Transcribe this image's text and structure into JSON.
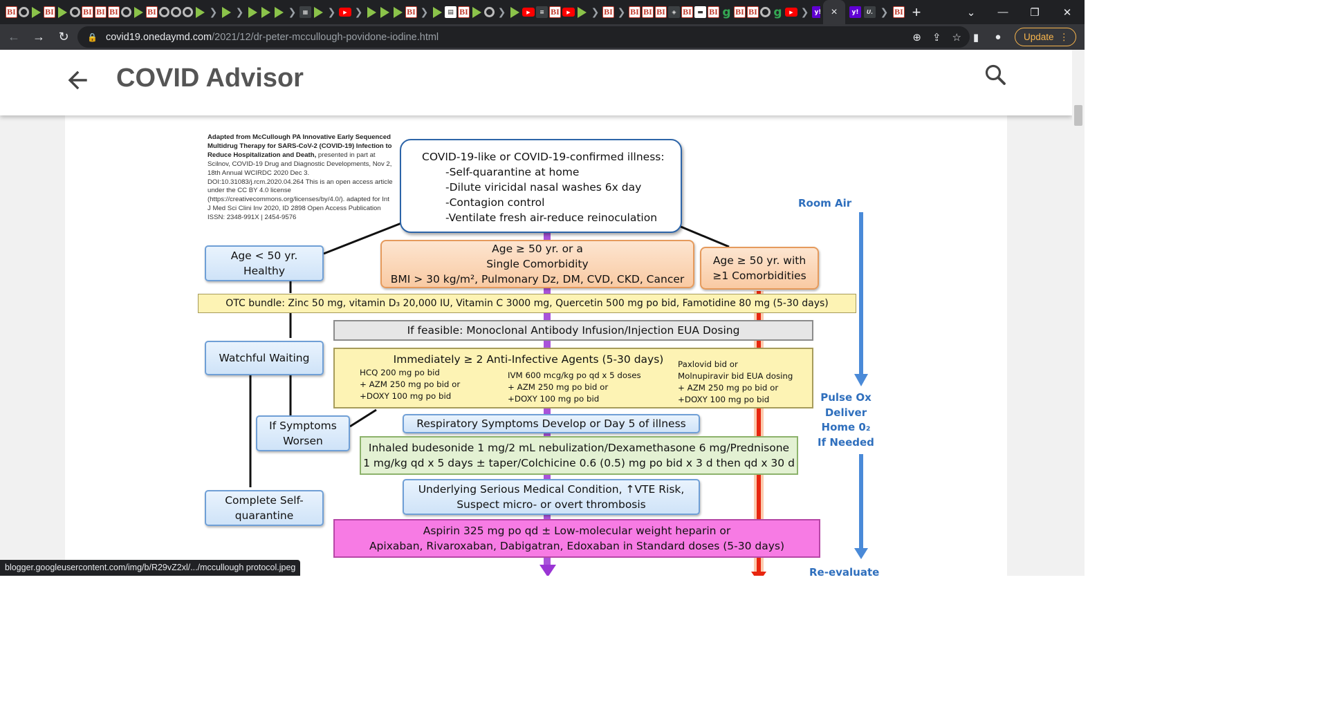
{
  "browser": {
    "active_tab_close": "×",
    "new_tab": "+",
    "url_host": "covid19.onedaymd.com",
    "url_path": "/2021/12/dr-peter-mccullough-povidone-iodine.html",
    "update_label": "Update",
    "status_link": "blogger.googleusercontent.com/img/b/R29vZ2xl/.../mccullough protocol.jpeg"
  },
  "header": {
    "title": "COVID Advisor"
  },
  "flowchart": {
    "citation": {
      "bold": "Adapted from McCullough PA Innovative Early Sequenced Multidrug Therapy for SARS-CoV-2 (COVID-19) Infection to Reduce Hospitalization and Death,",
      "rest": " presented in part at Scilnov, COVID-19 Drug and Diagnostic Developments, Nov 2, 18th Annual WCIRDC 2020 Dec 3. DOI:10.31083/j.rcm.2020.04.264 This is an open access article under the CC BY 4.0 license (https://creativecommons.org/licenses/by/4.0/). adapted for Int J Med Sci Clini Inv 2020, ID 2898 Open Access Publication ISSN: 2348-991X | 2454-9576"
    },
    "illness": {
      "title": "COVID-19-like or COVID-19-confirmed illness:",
      "lines": [
        "-Self-quarantine at home",
        "-Dilute viricidal nasal washes 6x day",
        "-Contagion control",
        "-Ventilate fresh air-reduce reinoculation"
      ]
    },
    "age_under_50": [
      "Age < 50 yr.",
      "Healthy"
    ],
    "age_50_single": [
      "Age ≥ 50 yr. or a",
      "Single Comorbidity",
      "BMI > 30 kg/m², Pulmonary Dz, DM, CVD, CKD, Cancer"
    ],
    "age_50_multi": [
      "Age ≥ 50 yr. with",
      "≥1 Comorbidities"
    ],
    "otc_bundle": "OTC bundle: Zinc 50 mg, vitamin D₃ 20,000 IU, Vitamin C 3000 mg, Quercetin 500 mg po bid, Famotidine 80 mg (5-30 days)",
    "monoclonal": "If feasible:  Monoclonal Antibody Infusion/Injection EUA Dosing",
    "watchful_waiting": "Watchful Waiting",
    "anti_infective": {
      "title": "Immediately ≥ 2 Anti-Infective Agents (5-30 days)",
      "col1": [
        "HCQ 200 mg po bid",
        "+ AZM 250 mg po bid or",
        "+DOXY 100 mg po bid"
      ],
      "col2": [
        "IVM 600 mcg/kg po qd x 5 doses",
        "+ AZM 250 mg po bid or",
        "+DOXY 100 mg po bid"
      ],
      "col3": [
        "Paxlovid bid or",
        "Molnupiravir bid EUA dosing",
        "+ AZM 250 mg po bid or",
        "+DOXY 100 mg po bid"
      ]
    },
    "if_symptoms": [
      "If Symptoms",
      "Worsen"
    ],
    "respiratory": "Respiratory Symptoms Develop or Day 5 of illness",
    "inhaled": [
      "Inhaled budesonide 1 mg/2 mL nebulization/Dexamethasone 6 mg/Prednisone",
      "1 mg/kg qd x 5 days ± taper/Colchicine 0.6 (0.5) mg po bid x 3 d then qd x 30 d"
    ],
    "complete_quarantine": [
      "Complete Self-",
      "quarantine"
    ],
    "underlying": [
      "Underlying Serious Medical Condition, ↑VTE Risk,",
      "Suspect micro- or overt thrombosis"
    ],
    "aspirin": [
      "Aspirin 325 mg po qd ± Low-molecular weight heparin or",
      "Apixaban, Rivaroxaban, Dabigatran, Edoxaban in Standard doses (5-30 days)"
    ],
    "room_air": "Room Air",
    "pulse_ox": [
      "Pulse Ox",
      "Deliver",
      "Home 0₂",
      "If Needed"
    ],
    "reevaluate": "Re-evaluate",
    "colors": {
      "blue_label": "#2f6fbd",
      "purple_arrow": "#9a35d4",
      "red_arrow": "#e8260f",
      "blue_arrow": "#4a8ad8"
    }
  }
}
